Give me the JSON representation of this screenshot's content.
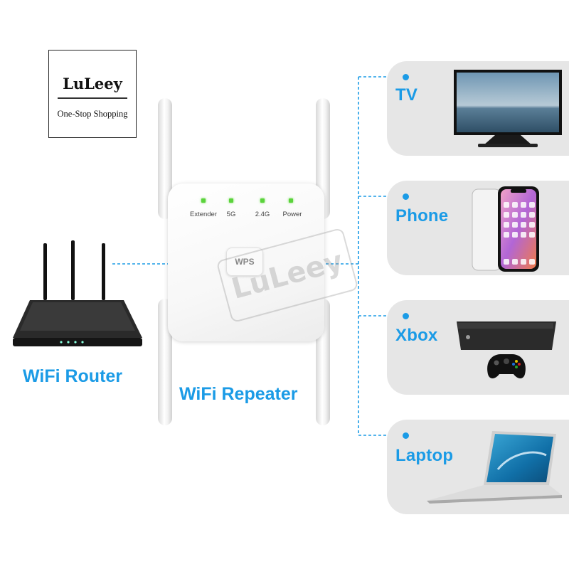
{
  "logo": {
    "brand": "LuLeey",
    "tagline": "One-Stop Shopping"
  },
  "router": {
    "caption": "WiFi Router"
  },
  "repeater": {
    "caption": "WiFi Repeater",
    "indicators": [
      "Extender",
      "5G",
      "2.4G",
      "Power"
    ],
    "button_label": "WPS",
    "watermark": "LuLeey"
  },
  "devices": [
    {
      "label": "TV"
    },
    {
      "label": "Phone"
    },
    {
      "label": "Xbox"
    },
    {
      "label": "Laptop"
    }
  ],
  "colors": {
    "accent": "#1b9be6",
    "panel": "#e6e6e6",
    "led": "#5bd33c"
  }
}
